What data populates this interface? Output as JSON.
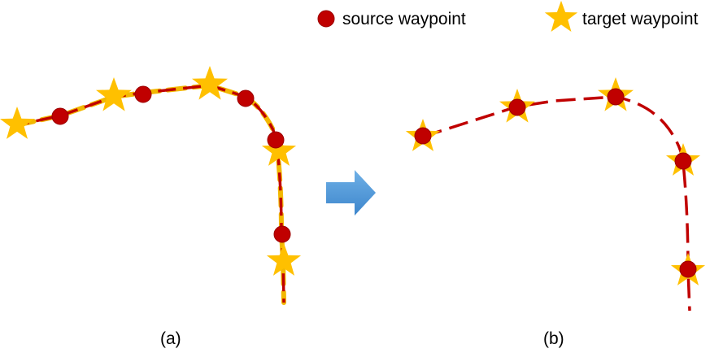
{
  "legend": {
    "source_label": "source waypoint",
    "target_label": "target waypoint"
  },
  "panels": {
    "left_caption": "(a)",
    "right_caption": "(b)"
  },
  "colors": {
    "path_red": "#c00000",
    "path_orange_underlay": "#f2b800",
    "star_fill": "#ffc000",
    "dot_fill": "#c00000",
    "dot_stroke": "#9a0000",
    "arrow_top": "#6fb0e6",
    "arrow_bottom": "#3d86cc"
  },
  "icons": {
    "source_marker": "red-circle",
    "target_marker": "gold-star",
    "transition_arrow": "right-arrow"
  }
}
